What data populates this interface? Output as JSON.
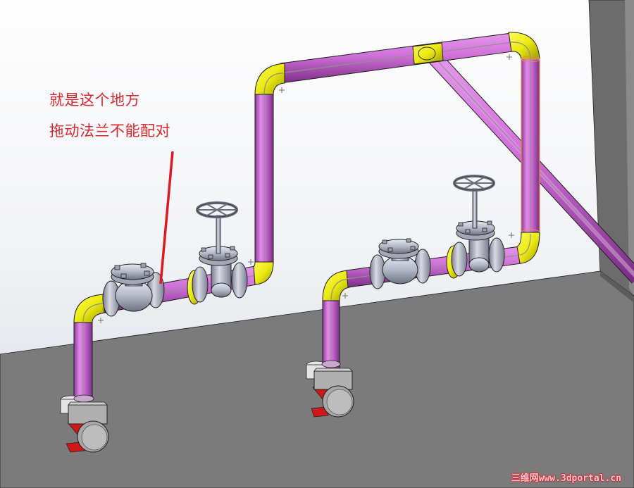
{
  "scene": {
    "type": "3D CAD piping assembly viewport",
    "colors": {
      "background_top": "#fdfdfd",
      "background_bottom": "#dcdfe6",
      "floor": "#7b7b7b",
      "wall_right": "#6e6e6e",
      "pipe": "#d070d8",
      "elbow": "#f0ee1c",
      "valve_body": "#b8bcc8",
      "pump_red": "#d01818",
      "annotation": "#d7282f"
    },
    "components": [
      {
        "name": "left-pipe-run",
        "parts": [
          "pump",
          "riser",
          "elbow",
          "check-valve",
          "flange",
          "gate-valve",
          "elbow",
          "riser"
        ]
      },
      {
        "name": "right-pipe-run",
        "parts": [
          "pump",
          "riser",
          "elbow",
          "check-valve",
          "flange",
          "gate-valve",
          "elbow",
          "riser"
        ]
      },
      {
        "name": "overhead-pipe",
        "parts": [
          "elbow",
          "horizontal-run",
          "tee",
          "elbow"
        ]
      },
      {
        "name": "diagonal-branch",
        "parts": [
          "pipe"
        ]
      }
    ]
  },
  "annotation": {
    "line1": "就是这个地方",
    "line2": "拖动法兰不能配对"
  },
  "watermark": {
    "text": "三维网www.3dportal.cn"
  }
}
